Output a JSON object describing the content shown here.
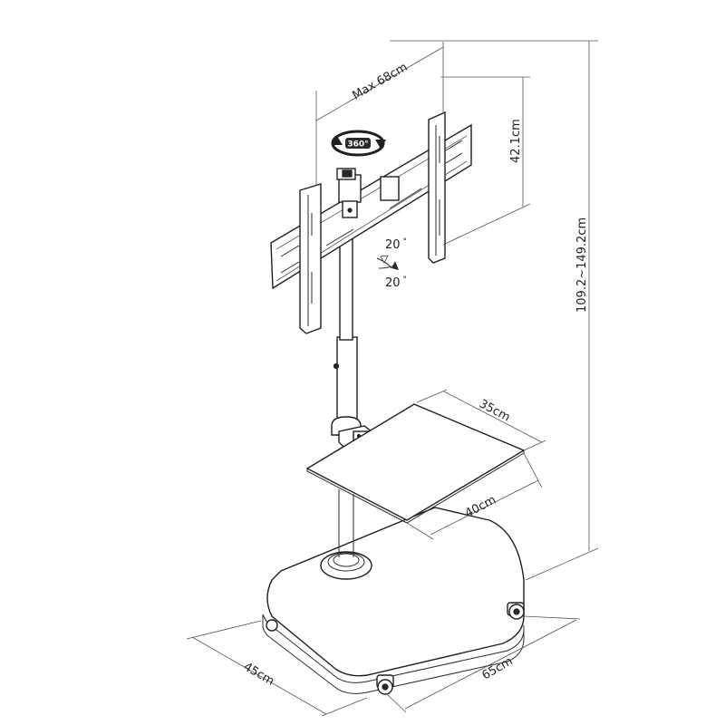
{
  "dimensions": {
    "max_width": "Max 68cm",
    "bracket_height": "42.1cm",
    "total_height": "109.2~149.2cm",
    "shelf_depth": "35cm",
    "shelf_width": "40cm",
    "base_depth": "45cm",
    "base_width": "65cm",
    "tilt_up": "20",
    "tilt_down": "20",
    "degree_symbol": "°",
    "rotation_label": "360°"
  },
  "colors": {
    "line": "#2b2b2b",
    "fill": "#ffffff",
    "dark": "#2a2a2a"
  }
}
